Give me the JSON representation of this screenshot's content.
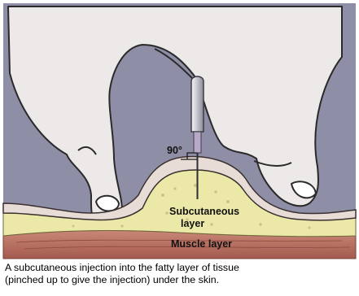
{
  "labels": {
    "angle": "90°",
    "subcutaneous_line1": "Subcutaneous",
    "subcutaneous_line2": "layer",
    "muscle": "Muscle layer"
  },
  "caption": {
    "line1": "A subcutaneous injection into the fatty layer of  tissue",
    "line2": "(pinched up to give the injection) under the skin."
  },
  "colors": {
    "background": "#8e8ea6",
    "skin_fill": "#e8dcd6",
    "fat_layer": "#ece9a8",
    "muscle_layer": "#b66f62",
    "hand_outline": "#2a2a2a"
  }
}
